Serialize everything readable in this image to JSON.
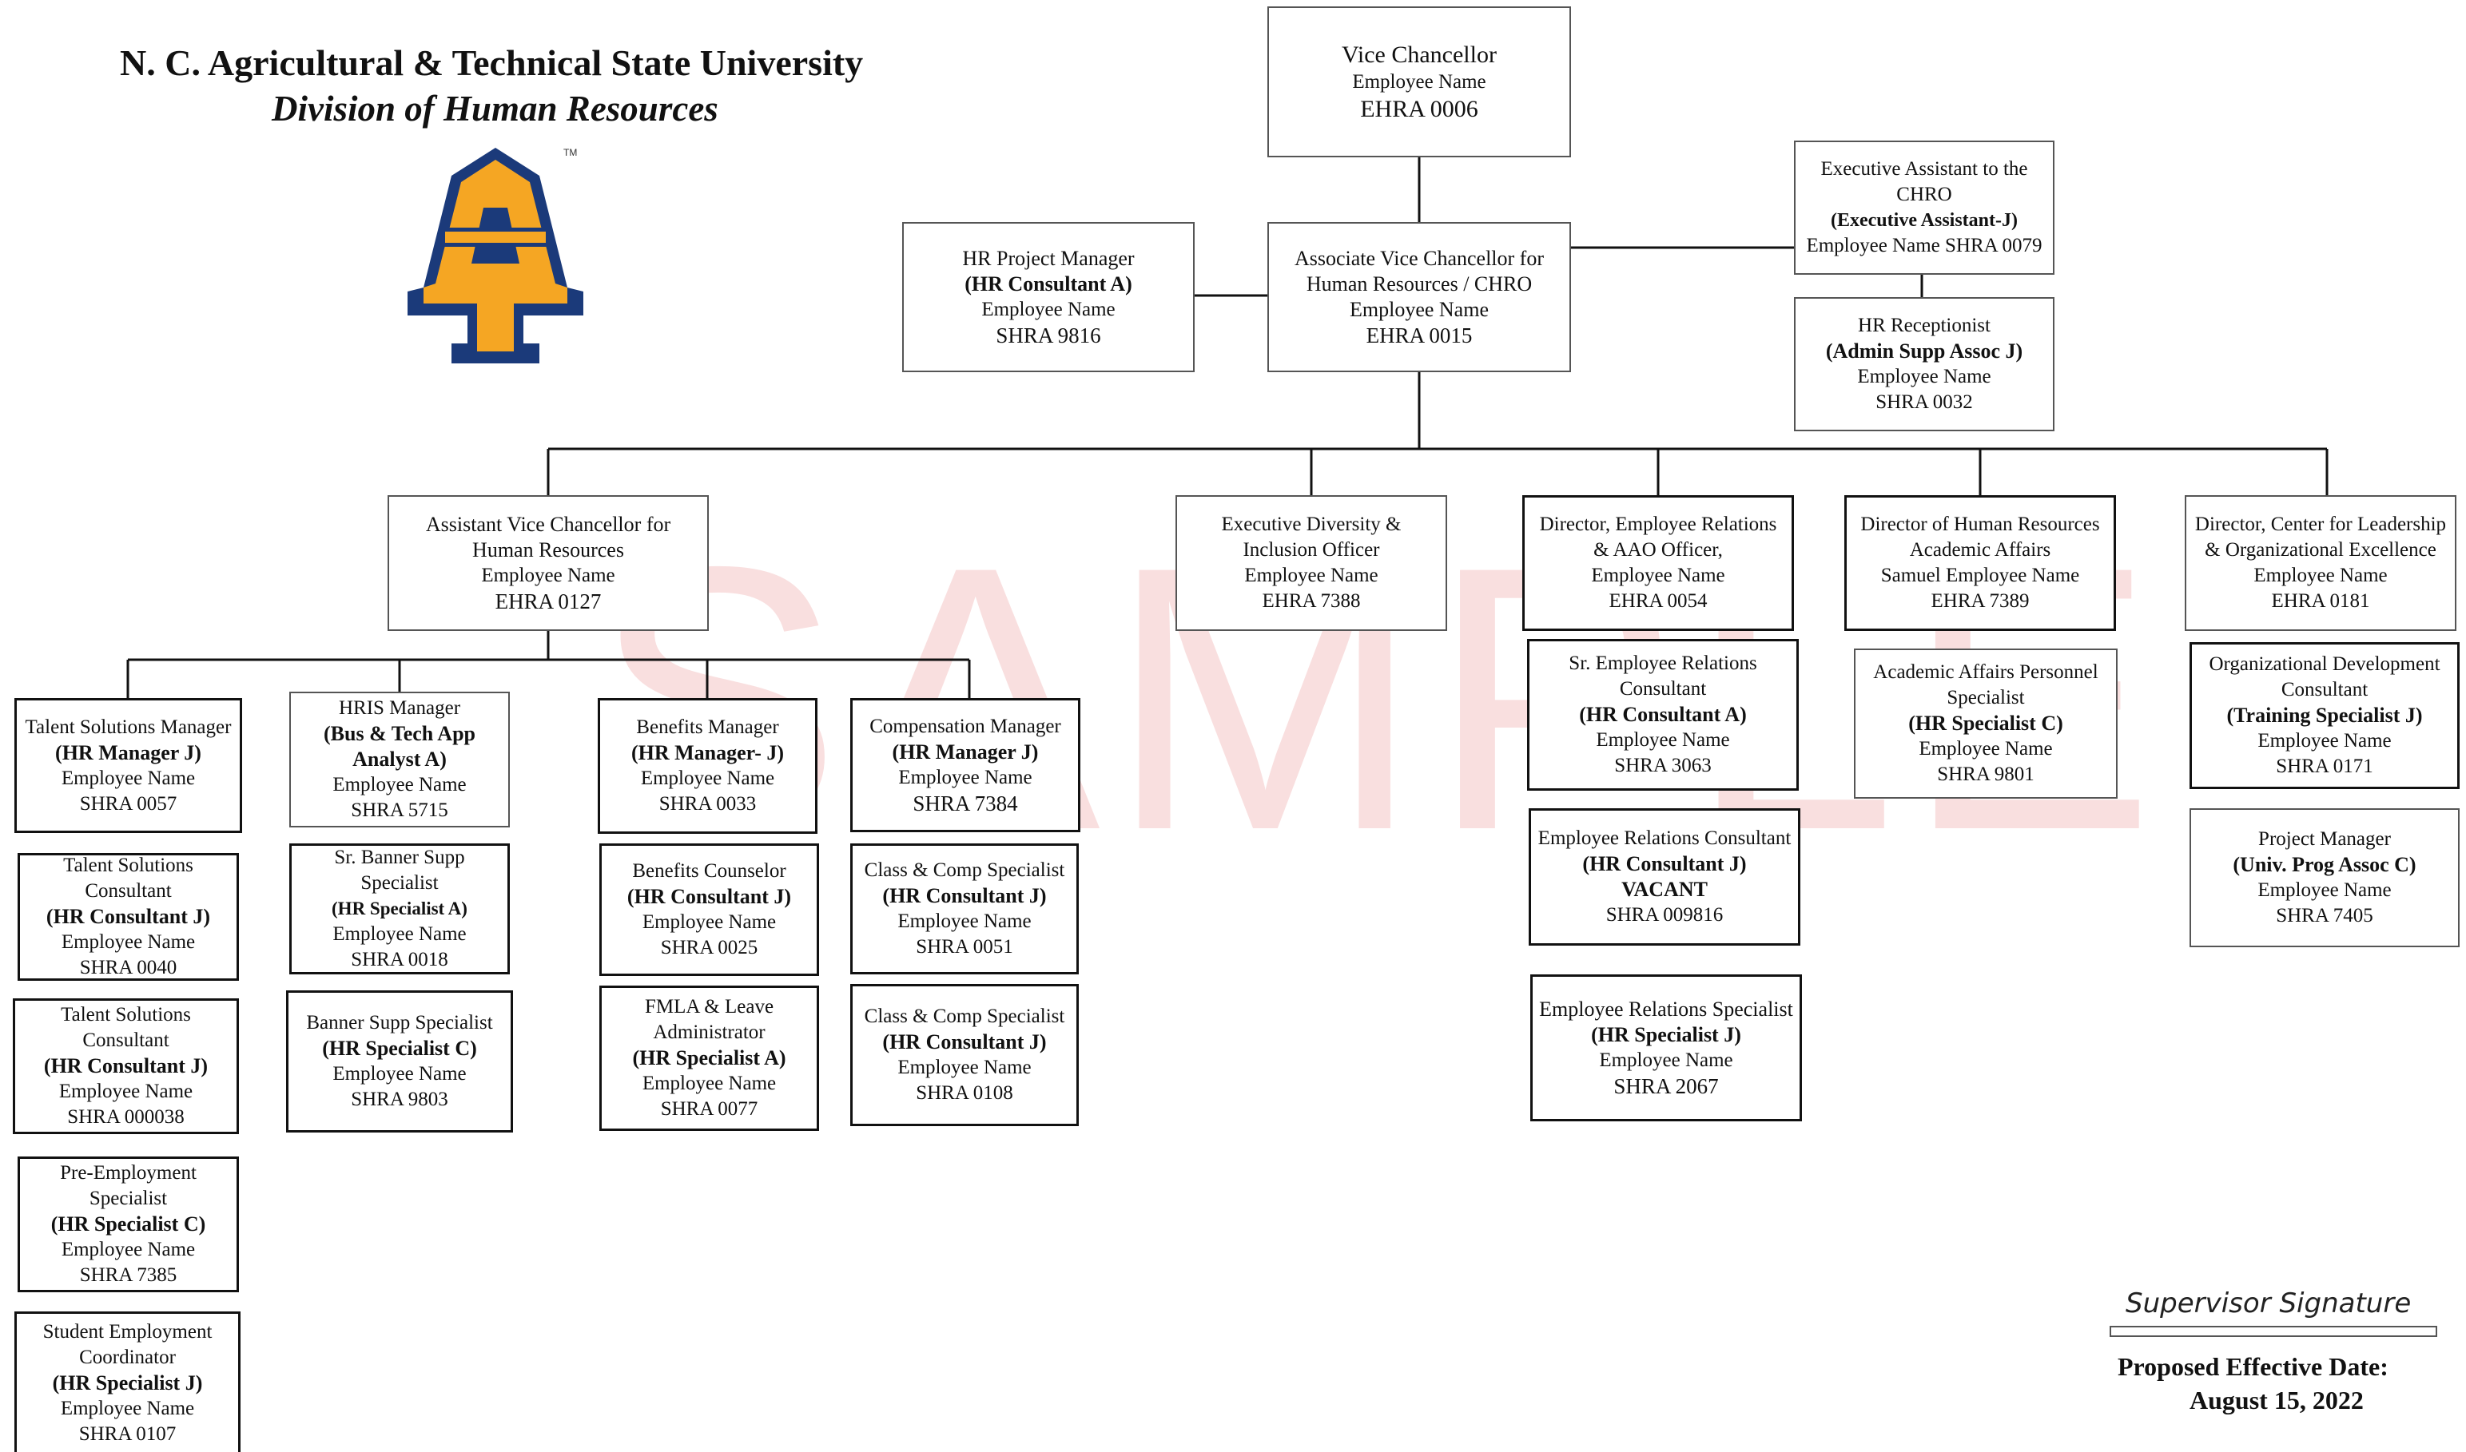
{
  "header": {
    "university": "N. C. Agricultural & Technical State University",
    "division": "Division of Human Resources"
  },
  "logo": {
    "name": "aggie-AT-logo",
    "colors": {
      "gold": "#F5A623",
      "navy": "#1B3A7A"
    }
  },
  "watermark": "SAMPLE",
  "boxes": {
    "vc": {
      "title": "Vice Chancellor",
      "name": "Employee Name",
      "code": "EHRA 0006"
    },
    "avc_chro": {
      "title": "Associate Vice Chancellor for Human Resources / CHRO",
      "name": "Employee Name",
      "code": "EHRA 0015"
    },
    "hr_pm": {
      "title": "HR Project Manager",
      "grade": "(HR Consultant A)",
      "name": "Employee Name",
      "code": "SHRA 9816"
    },
    "exec_asst": {
      "title": "Executive Assistant to the CHRO",
      "grade": "(Executive Assistant-J)",
      "name": "Employee Name SHRA 0079"
    },
    "receptionist": {
      "title": "HR Receptionist",
      "grade": "(Admin Supp Assoc J)",
      "name": "Employee Name",
      "code": "SHRA 0032"
    },
    "asst_vc": {
      "title": "Assistant Vice Chancellor for Human Resources",
      "name": "Employee Name",
      "code": "EHRA 0127"
    },
    "exec_diversity": {
      "title": "Executive Diversity & Inclusion Officer",
      "name": "Employee Name",
      "code": "EHRA 7388"
    },
    "dir_er": {
      "title": "Director, Employee Relations & AAO Officer,",
      "name": "Employee Name",
      "code": "EHRA 0054"
    },
    "dir_hr_acad": {
      "title": "Director of Human Resources Academic Affairs",
      "name": "Samuel Employee Name",
      "code": "EHRA 7389"
    },
    "dir_cloe": {
      "title": "Director, Center for Leadership & Organizational Excellence",
      "name": "Employee Name",
      "code": "EHRA 0181"
    },
    "ts_manager": {
      "title": "Talent Solutions Manager",
      "grade": "(HR Manager J)",
      "name": "Employee Name",
      "code": "SHRA 0057"
    },
    "ts_consultant1": {
      "title": "Talent Solutions Consultant",
      "grade": "(HR Consultant J)",
      "name": "Employee Name",
      "code": "SHRA 0040"
    },
    "ts_consultant2": {
      "title": "Talent Solutions Consultant",
      "grade": "(HR Consultant J)",
      "name": "Employee Name",
      "code": "SHRA 000038"
    },
    "pre_employment": {
      "title": "Pre-Employment Specialist",
      "grade": "(HR Specialist C)",
      "name": "Employee Name",
      "code": "SHRA 7385"
    },
    "student_emp": {
      "title": "Student Employment Coordinator",
      "grade": "(HR Specialist J)",
      "name": "Employee Name",
      "code": "SHRA 0107"
    },
    "hris_manager": {
      "title": "HRIS Manager",
      "grade": "(Bus & Tech App Analyst A)",
      "name": "Employee Name",
      "code": "SHRA 5715"
    },
    "banner_sr": {
      "title": "Sr. Banner Supp Specialist",
      "grade": "(HR Specialist A)",
      "name": "Employee Name",
      "code": "SHRA 0018"
    },
    "banner_spec": {
      "title": "Banner Supp Specialist",
      "grade": "(HR Specialist C)",
      "name": "Employee Name",
      "code": "SHRA 9803"
    },
    "benefits_mgr": {
      "title": "Benefits Manager",
      "grade": "(HR Manager- J)",
      "name": "Employee Name",
      "code": "SHRA 0033"
    },
    "benefits_counselor": {
      "title": "Benefits Counselor",
      "grade": "(HR Consultant J)",
      "name": "Employee Name",
      "code": "SHRA 0025"
    },
    "fmla": {
      "title": "FMLA & Leave Administrator",
      "grade": "(HR Specialist A)",
      "name": "Employee Name",
      "code": "SHRA 0077"
    },
    "comp_mgr": {
      "title": "Compensation Manager",
      "grade": "(HR Manager J)",
      "name": "Employee Name",
      "code": "SHRA 7384"
    },
    "class_comp1": {
      "title": "Class & Comp Specialist",
      "grade": "(HR Consultant J)",
      "name": "Employee Name",
      "code": "SHRA 0051"
    },
    "class_comp2": {
      "title": "Class & Comp Specialist",
      "grade": "(HR Consultant J)",
      "name": "Employee Name",
      "code": "SHRA 0108"
    },
    "sr_er": {
      "title": "Sr. Employee Relations Consultant",
      "grade": "(HR Consultant A)",
      "name": "Employee Name",
      "code": "SHRA 3063"
    },
    "er_consultant": {
      "title": "Employee Relations Consultant",
      "grade": "(HR Consultant J)",
      "name": "VACANT",
      "code": "SHRA 009816"
    },
    "er_specialist": {
      "title": "Employee Relations Specialist",
      "grade": "(HR Specialist J)",
      "name": "Employee Name",
      "code": "SHRA 2067"
    },
    "acad_personnel": {
      "title": "Academic Affairs Personnel Specialist",
      "grade": "(HR Specialist C)",
      "name": "Employee Name",
      "code": "SHRA 9801"
    },
    "od_consultant": {
      "title": "Organizational Development Consultant",
      "grade": "(Training Specialist J)",
      "name": "Employee Name",
      "code": "SHRA 0171"
    },
    "project_mgr": {
      "title": "Project Manager",
      "grade": "(Univ. Prog Assoc C)",
      "name": "Employee Name",
      "code": "SHRA 7405"
    }
  },
  "footer": {
    "signature_label": "Supervisor Signature",
    "proposed_label": "Proposed Effective Date:",
    "proposed_date": "August 15, 2022"
  }
}
